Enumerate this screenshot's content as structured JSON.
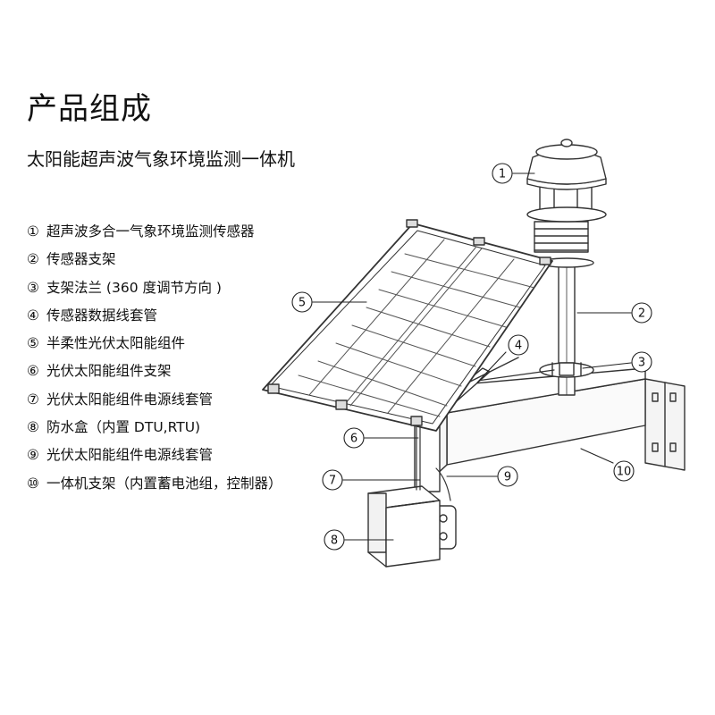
{
  "title": "产品组成",
  "subtitle": "太阳能超声波气象环境监测一体机",
  "components": [
    {
      "num": "①",
      "label": "超声波多合一气象环境监测传感器"
    },
    {
      "num": "②",
      "label": "传感器支架"
    },
    {
      "num": "③",
      "label": "支架法兰 (360 度调节方向 )"
    },
    {
      "num": "④",
      "label": "传感器数据线套管"
    },
    {
      "num": "⑤",
      "label": "半柔性光伏太阳能组件"
    },
    {
      "num": "⑥",
      "label": "光伏太阳能组件支架"
    },
    {
      "num": "⑦",
      "label": "光伏太阳能组件电源线套管"
    },
    {
      "num": "⑧",
      "label": "防水盒（内置 DTU,RTU)"
    },
    {
      "num": "⑨",
      "label": "光伏太阳能组件电源线套管"
    },
    {
      "num": "⑩",
      "label": "一体机支架（内置蓄电池组，控制器）"
    }
  ],
  "callouts": [
    "1",
    "2",
    "3",
    "4",
    "5",
    "6",
    "7",
    "8",
    "9",
    "10"
  ]
}
